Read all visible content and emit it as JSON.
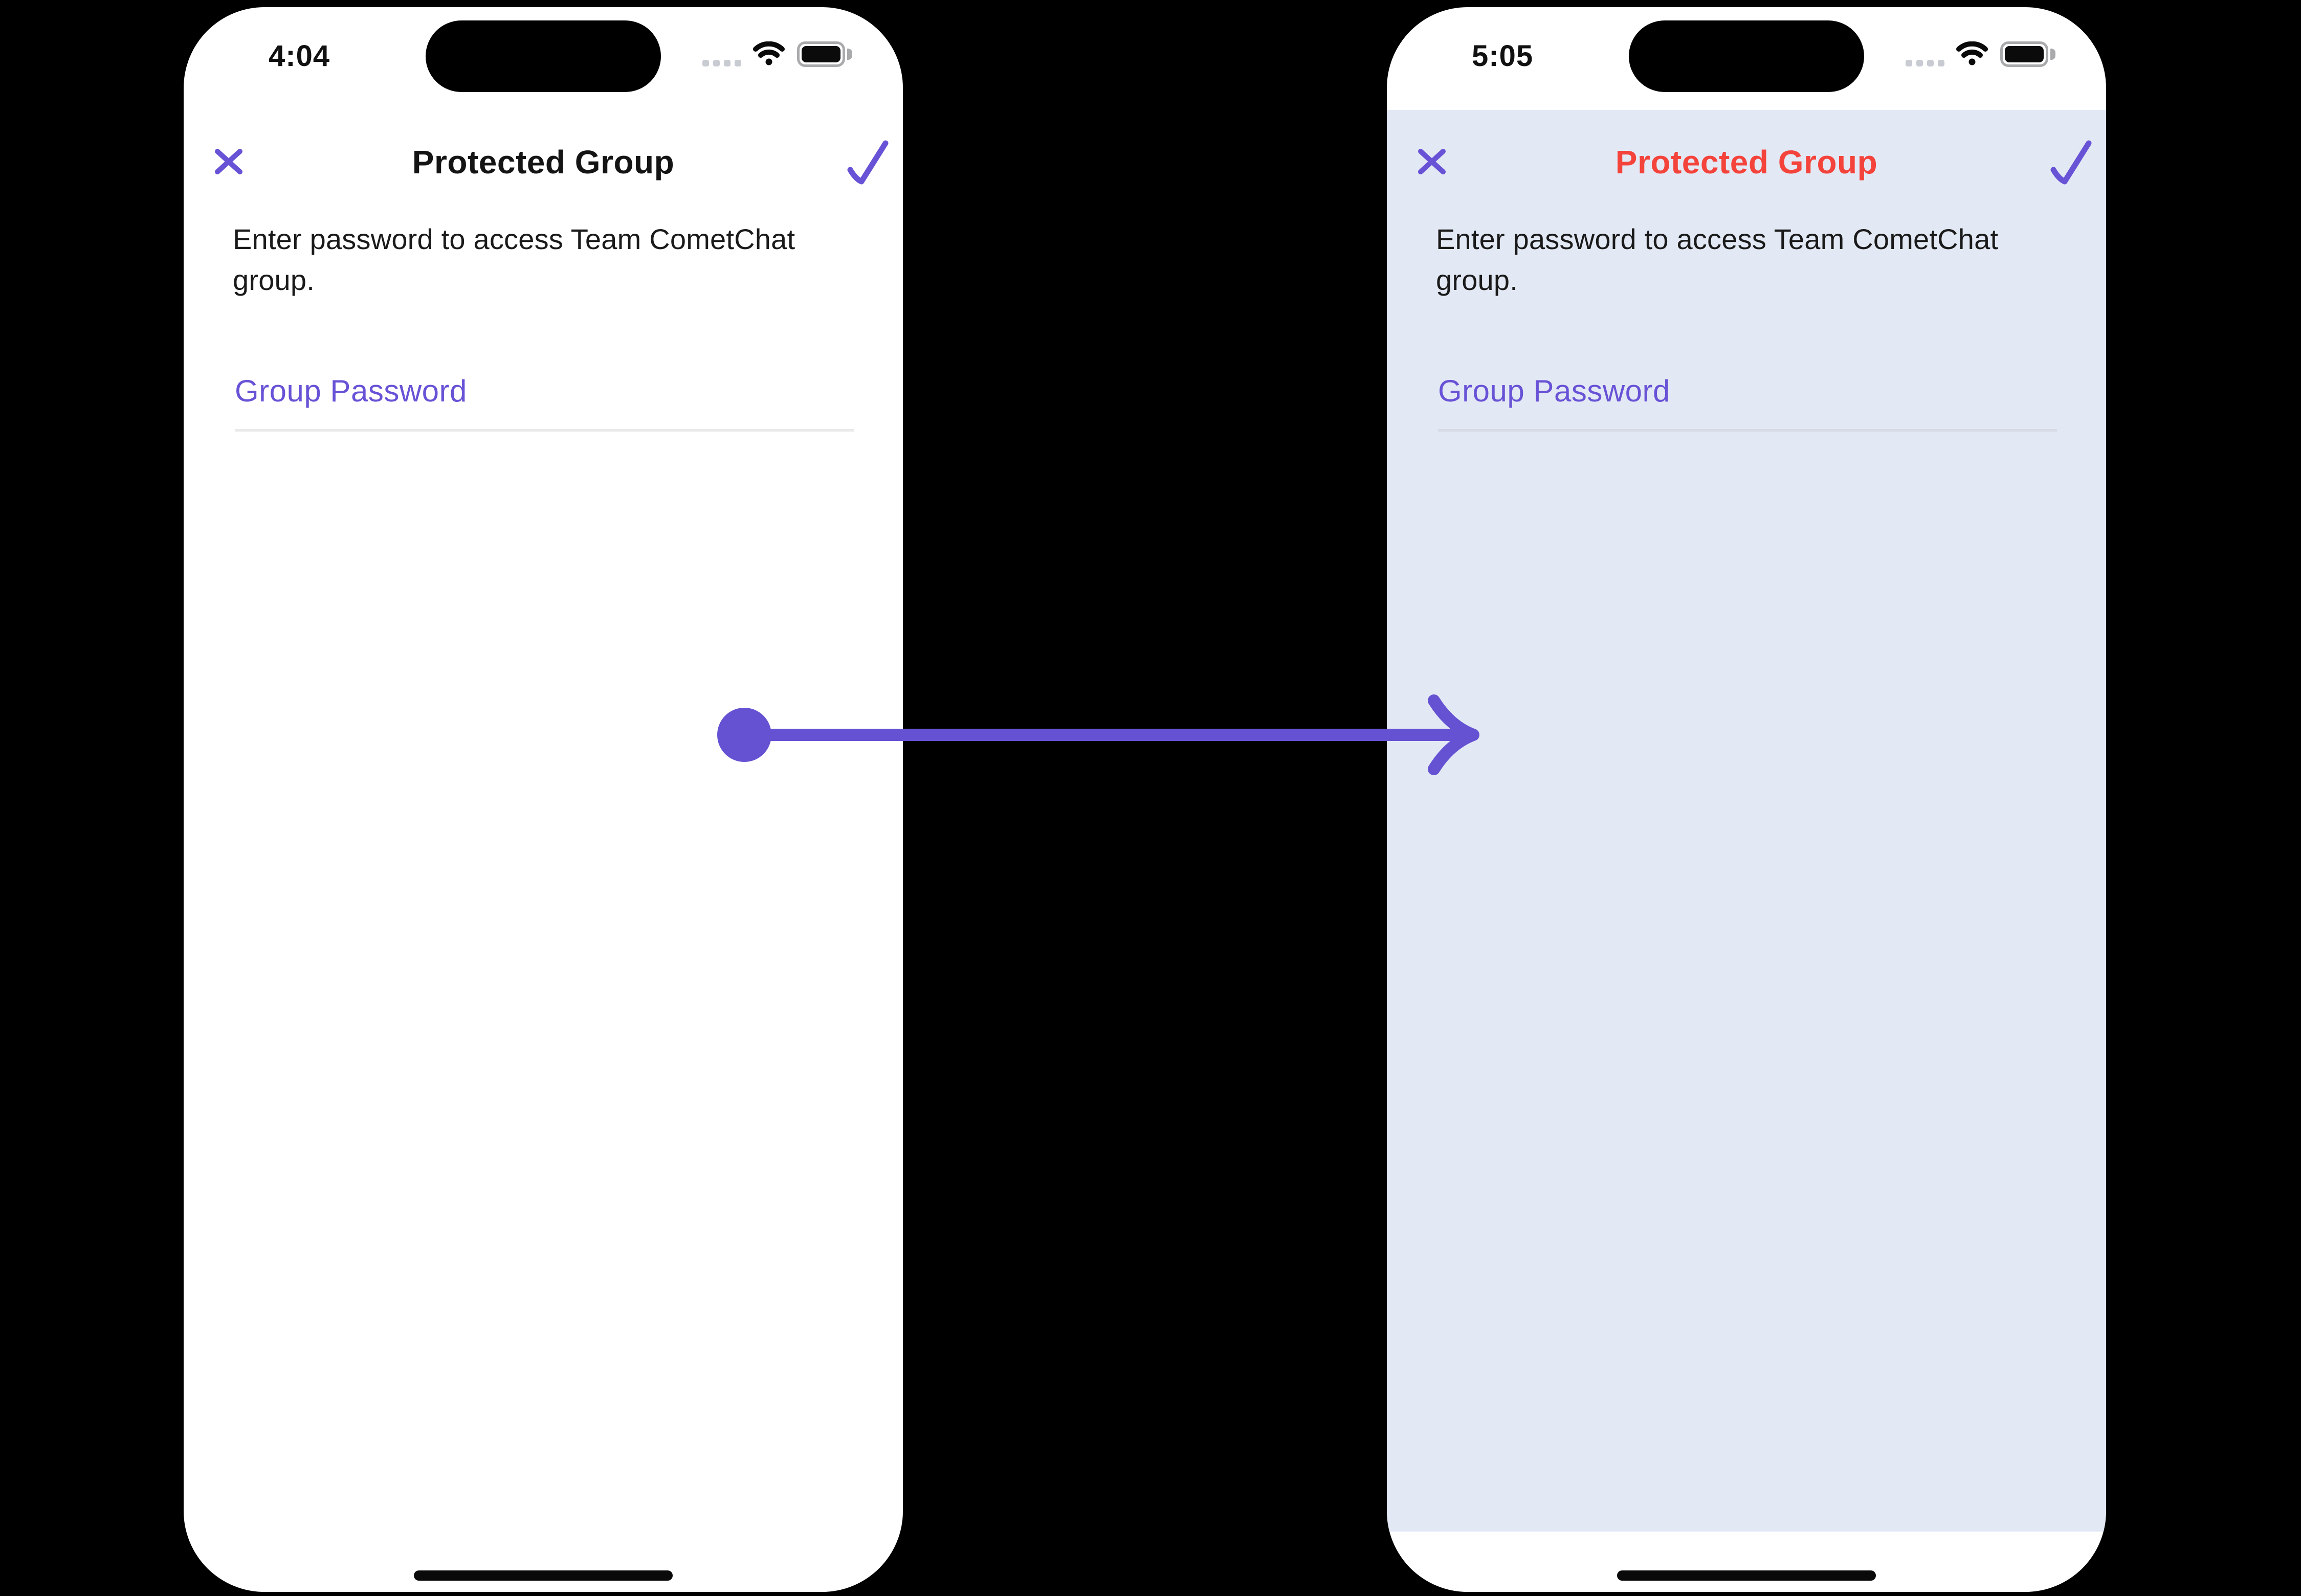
{
  "colors": {
    "accent": "#6852D6",
    "arrow": "#6552D3",
    "danger": "#F4433B",
    "panel": "#E3E9F4",
    "underline-light": "#EAEAEA",
    "underline-dark": "#D7DBE4"
  },
  "left_phone": {
    "status_bar": {
      "time": "4:04",
      "cellular_icon": "cellular-signal-dots-icon",
      "wifi_icon": "wifi-icon",
      "battery_icon": "battery-icon"
    },
    "nav": {
      "close_icon": "x-close-icon",
      "title": "Protected Group",
      "confirm_icon": "checkmark-icon"
    },
    "content": {
      "description": "Enter password to access Team CometChat group.",
      "password_field": {
        "label": "Group Password",
        "value": "",
        "placeholder": ""
      }
    }
  },
  "right_phone": {
    "status_bar": {
      "time": "5:05",
      "cellular_icon": "cellular-signal-dots-icon",
      "wifi_icon": "wifi-icon",
      "battery_icon": "battery-icon"
    },
    "nav": {
      "close_icon": "x-close-icon",
      "title": "Protected Group",
      "confirm_icon": "checkmark-icon"
    },
    "content": {
      "description": "Enter password to access Team CometChat group.",
      "password_field": {
        "label": "Group Password",
        "value": "",
        "placeholder": ""
      }
    }
  },
  "annotation": {
    "arrow_icon": "transition-arrow-icon"
  }
}
